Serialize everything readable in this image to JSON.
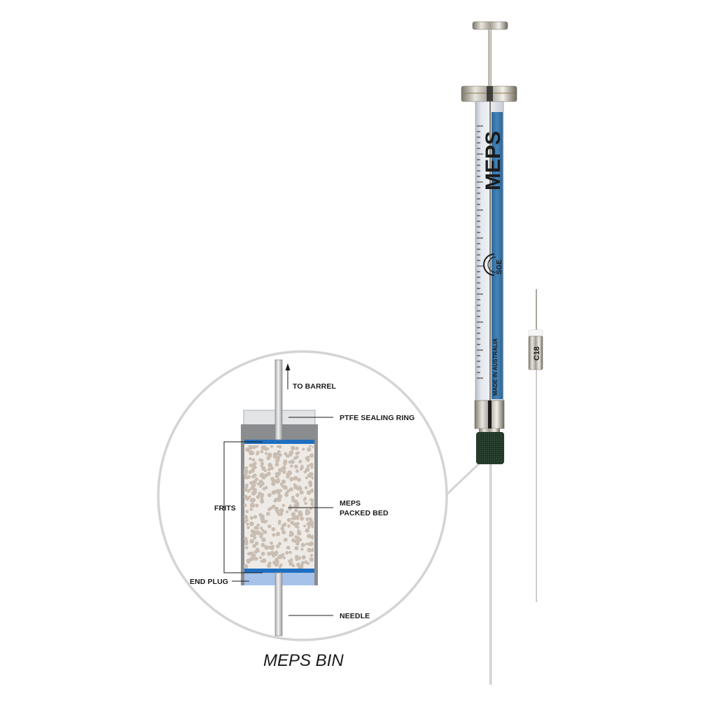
{
  "diagram": {
    "caption": "MEPS BIN",
    "labels": {
      "to_barrel": "TO BARREL",
      "ptfe_sealing_ring": "PTFE SEALING RING",
      "frits": "FRITS",
      "meps_packed_bed_line1": "MEPS",
      "meps_packed_bed_line2": "PACKED BED",
      "end_plug": "END PLUG",
      "needle": "NEEDLE"
    },
    "syringe": {
      "barrel_text": "MEPS",
      "logo_text": "SGE",
      "origin_text": "MADE IN AUSTRALIA"
    },
    "cartridge": {
      "label": "C18"
    },
    "colors": {
      "frit_blue": "#1f6fc0",
      "end_plug_blue": "#a6c2e8",
      "housing_gray": "#8a8c8f",
      "seal_ring": "#e3e4e6",
      "packed_bed_bg": "#eeebe6",
      "particles": "#c9bdb2",
      "barrel_blue": "#3b78ac",
      "knurl_green": "#233a2a",
      "circle_outline": "#d4d4d4"
    }
  }
}
